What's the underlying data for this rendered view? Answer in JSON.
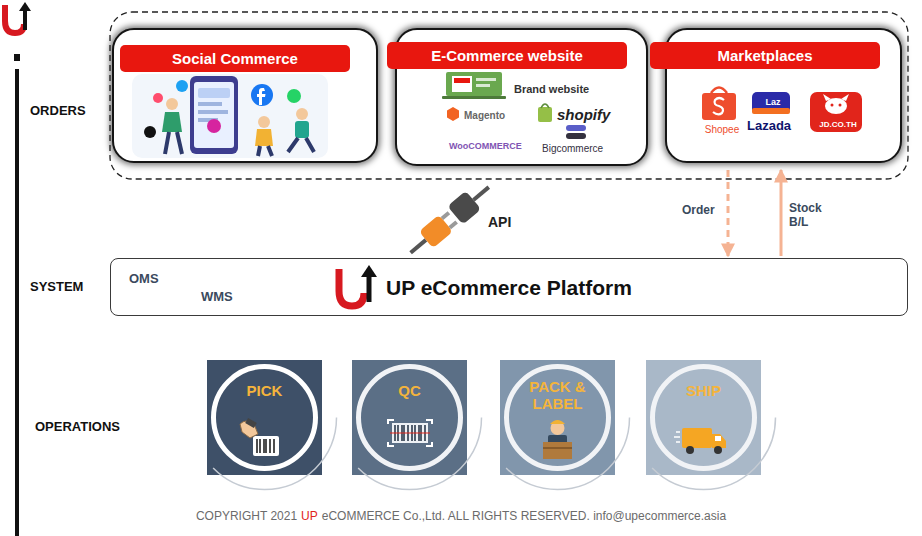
{
  "diagram": {
    "nodes": [
      {
        "text": [
          "Social Commerce"
        ]
      },
      {
        "text": [
          "E-Commerce website",
          "Brand website",
          "Magento",
          "shopify",
          "WooCOMMERCE",
          "Bigcommerce"
        ]
      },
      {
        "text": [
          "Marketplaces",
          "Shopee",
          "Laz",
          "Lazada",
          "JD.CO.TH"
        ]
      },
      {
        "text": [
          "OMS",
          "WMS",
          "UP eCommerce Platform"
        ]
      },
      {
        "text": [
          "PICK"
        ]
      },
      {
        "text": [
          "QC"
        ]
      },
      {
        "text": [
          "PACK & LABEL"
        ]
      },
      {
        "text": [
          "SHIP"
        ]
      }
    ],
    "edges": [
      {
        "from": 2,
        "to": 3,
        "arrow": "to",
        "label": "Order"
      },
      {
        "from": 3,
        "to": 2,
        "arrow": "to",
        "label": "Stock B/L"
      }
    ],
    "labels": [
      "ORDERS",
      "SYSTEM",
      "OPERATIONS",
      "API",
      "COPYRIGHT 2021",
      "UP",
      "eCOMMERCE Co.,Ltd. ALL RIGHTS RESERVED. info@upecommerce.asia"
    ]
  }
}
